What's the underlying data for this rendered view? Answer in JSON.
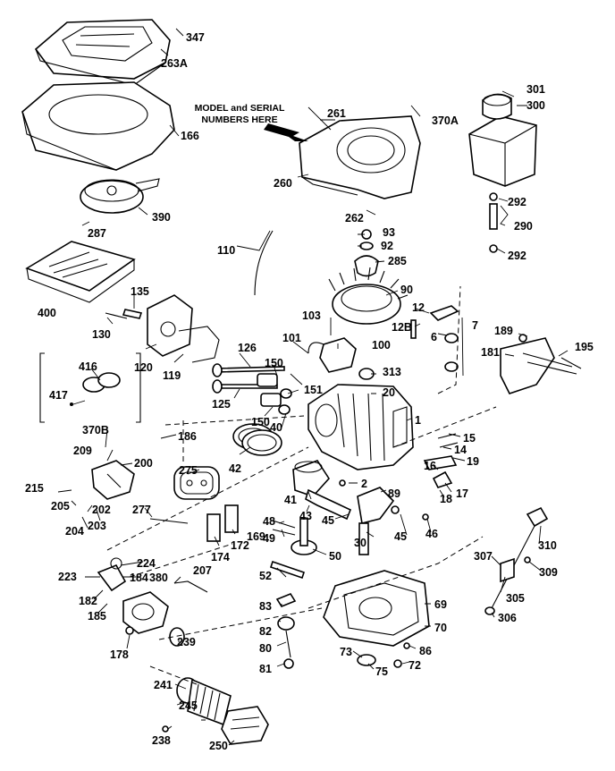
{
  "diagram": {
    "note_lines": [
      "MODEL and SERIAL",
      "NUMBERS HERE"
    ],
    "callouts": {
      "c347": "347",
      "c263A": "263A",
      "c166": "166",
      "c390": "390",
      "c287": "287",
      "c400": "400",
      "c261": "261",
      "c370A": "370A",
      "c260": "260",
      "c262": "262",
      "c301": "301",
      "c300": "300",
      "c292a": "292",
      "c290": "290",
      "c292b": "292",
      "c93": "93",
      "c92": "92",
      "c285": "285",
      "c110": "110",
      "c90": "90",
      "c135": "135",
      "c130": "130",
      "c120": "120",
      "c119": "119",
      "c12": "12",
      "c12B": "12B",
      "c7": "7",
      "c6": "6",
      "c103": "103",
      "c101": "101",
      "c100": "100",
      "c189": "189",
      "c181": "181",
      "c195": "195",
      "c416": "416",
      "c417": "417",
      "c126": "126",
      "c150a": "150",
      "c313": "313",
      "c20": "20",
      "c151": "151",
      "c125": "125",
      "c150b": "150",
      "c40": "40",
      "c1": "1",
      "c370B": "370B",
      "c186": "186",
      "c15": "15",
      "c14": "14",
      "c209": "209",
      "c200": "200",
      "c275": "275",
      "c42": "42",
      "c19": "19",
      "c16": "16",
      "c17": "17",
      "c18": "18",
      "c215": "215",
      "c205": "205",
      "c202": "202",
      "c203": "203",
      "c204": "204",
      "c277": "277",
      "c2": "2",
      "c89": "89",
      "c41": "41",
      "c43": "43",
      "c45a": "45",
      "c45b": "45",
      "c46": "46",
      "c48": "48",
      "c49": "49",
      "c30": "30",
      "c310": "310",
      "c174": "174",
      "c172": "172",
      "c169": "169",
      "c50": "50",
      "c307": "307",
      "c309": "309",
      "c223": "223",
      "c224": "224",
      "c184": "184",
      "c380": "380",
      "c207": "207",
      "c52": "52",
      "c182": "182",
      "c185": "185",
      "c83": "83",
      "c305": "305",
      "c69": "69",
      "c82": "82",
      "c306": "306",
      "c70": "70",
      "c178": "178",
      "c239": "239",
      "c80": "80",
      "c73": "73",
      "c86": "86",
      "c81": "81",
      "c75": "75",
      "c72": "72",
      "c241": "241",
      "c245": "245",
      "c238": "238",
      "c250": "250"
    }
  }
}
